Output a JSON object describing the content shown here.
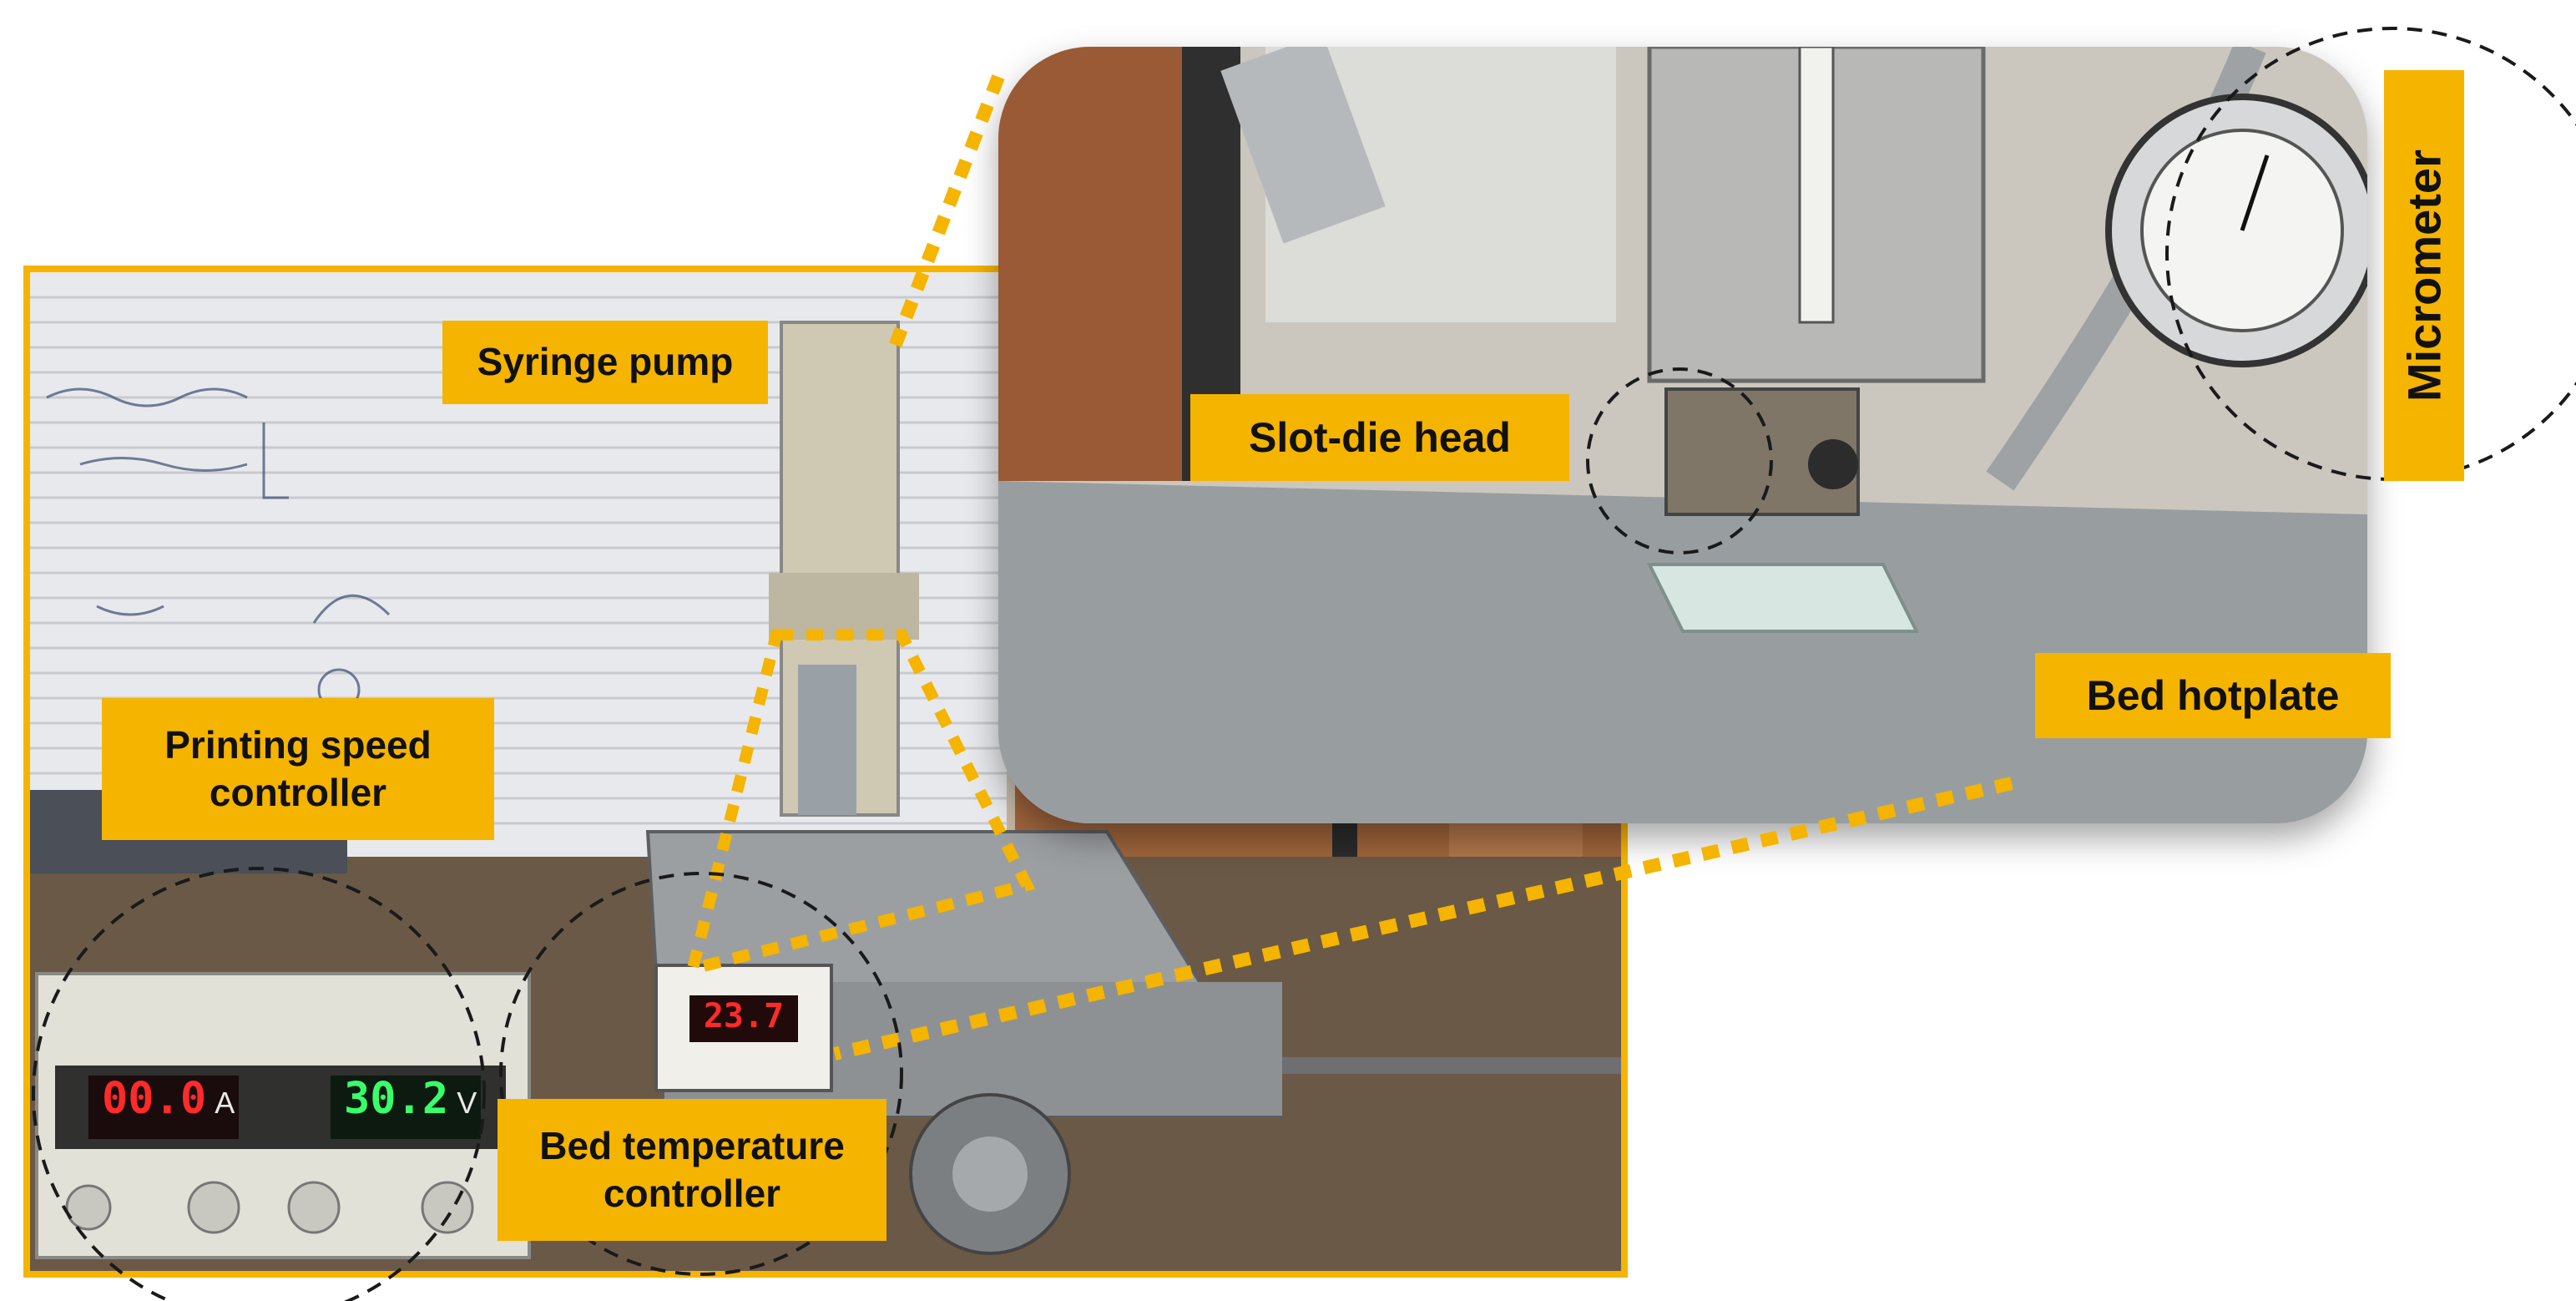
{
  "labels": {
    "syringe_pump": "Syringe pump",
    "printing_speed_controller": "Printing speed controller",
    "bed_temperature_controller": "Bed temperature controller",
    "slot_die_head": "Slot-die head",
    "micrometer": "Micrometer",
    "bed_hotplate": "Bed hotplate"
  },
  "displays": {
    "current": "00.0",
    "current_unit": "A",
    "voltage": "30.2",
    "voltage_unit": "V",
    "temperature": "23.7"
  },
  "colors": {
    "accent": "#f5b400",
    "led_red": "#ff2a2a",
    "led_green": "#39ff6a"
  }
}
